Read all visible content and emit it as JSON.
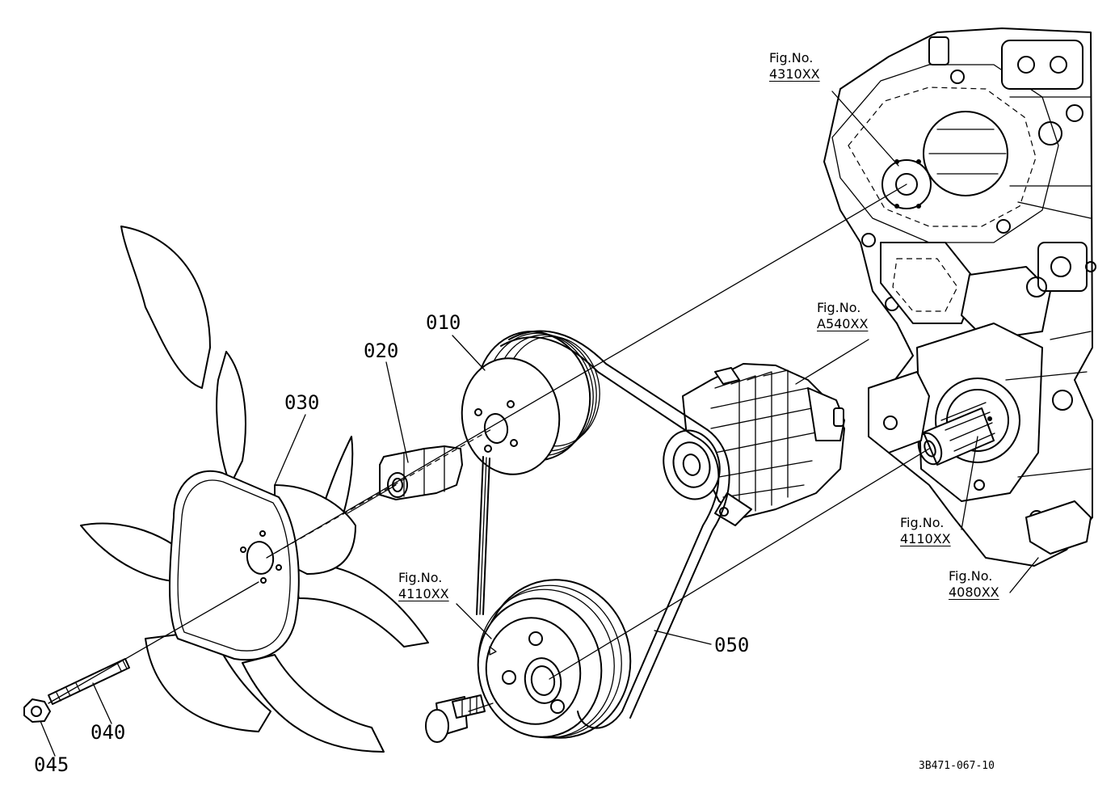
{
  "parts": [
    {
      "id": "p010",
      "num": "010"
    },
    {
      "id": "p020",
      "num": "020"
    },
    {
      "id": "p030",
      "num": "030"
    },
    {
      "id": "p040",
      "num": "040"
    },
    {
      "id": "p045",
      "num": "045"
    },
    {
      "id": "p050",
      "num": "050"
    }
  ],
  "figure_refs": [
    {
      "label": "Fig.No.",
      "num": "4310XX"
    },
    {
      "label": "Fig.No.",
      "num": "A540XX"
    },
    {
      "label": "Fig.No.",
      "num": "4110XX"
    },
    {
      "label": "Fig.No.",
      "num": "4080XX"
    },
    {
      "label": "Fig.No.",
      "num": "4110XX"
    }
  ],
  "drawing_code": "3B471-067-10"
}
